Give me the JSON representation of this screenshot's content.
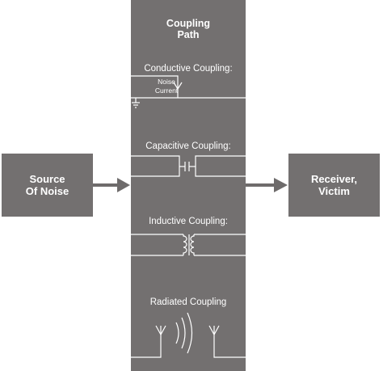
{
  "source": {
    "label": "Source\nOf Noise"
  },
  "receiver": {
    "label": "Receiver,\nVictim"
  },
  "path": {
    "title": "Coupling\nPath",
    "conductive": "Conductive Coupling:",
    "noise_current": "Noise\nCurrent",
    "capacitive": "Capacitive Coupling:",
    "inductive": "Inductive Coupling:",
    "radiated": "Radiated Coupling"
  },
  "colors": {
    "box": "#737070",
    "arrow": "#6e6b6b",
    "line": "#ffffff"
  }
}
